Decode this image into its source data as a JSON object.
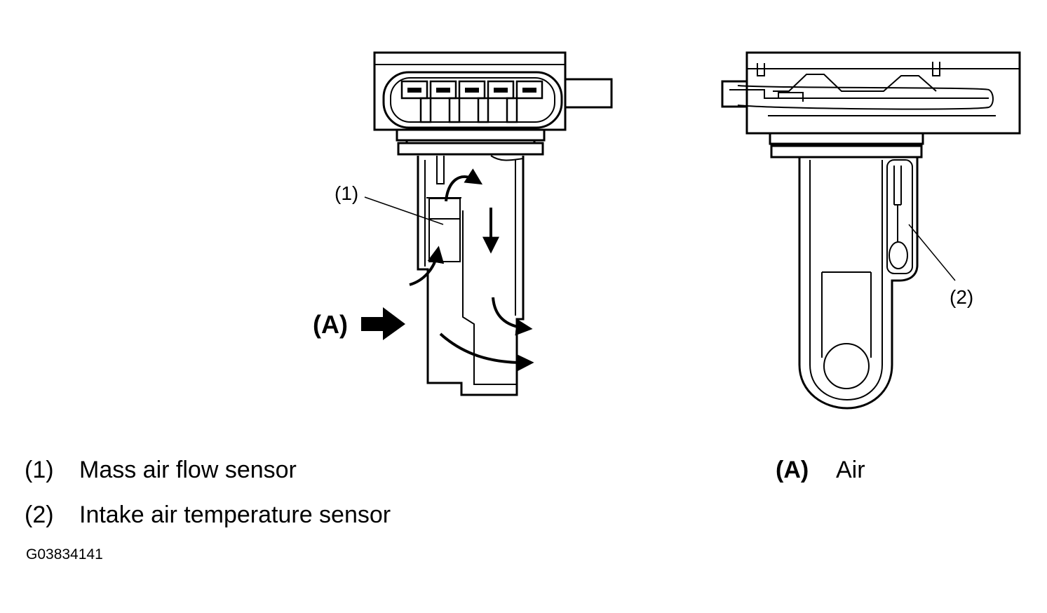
{
  "callouts": {
    "maf_sensor": "(1)",
    "iat_sensor": "(2)",
    "air_direction": "(A)"
  },
  "legend": [
    {
      "number": "(1)",
      "text": "Mass air flow sensor"
    },
    {
      "number": "(2)",
      "text": "Intake air temperature sensor"
    }
  ],
  "legend_air": {
    "number": "(A)",
    "text": "Air"
  },
  "figure_id": "G03834141"
}
